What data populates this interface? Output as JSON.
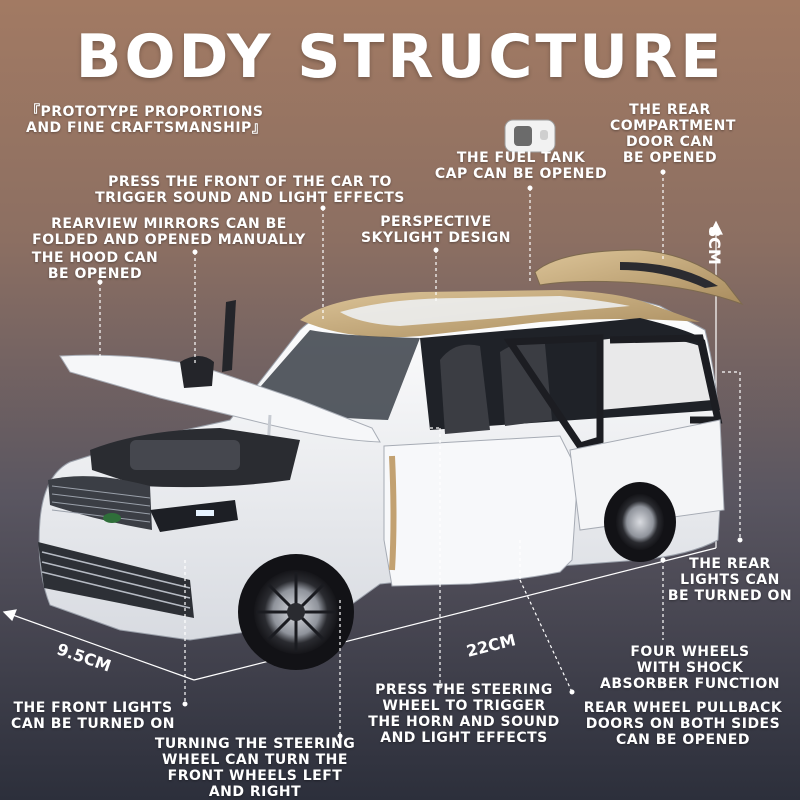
{
  "title": "BODY STRUCTURE",
  "colors": {
    "background_top": "#a27a63",
    "background_bottom": "#2c2f3b",
    "text": "#ffffff",
    "car_body": "#f3f4f6",
    "car_roof": "#c9ad7c"
  },
  "labels": {
    "prototype": [
      "『PROTOTYPE PROPORTIONS",
      "AND FINE CRAFTSMANSHIP』"
    ],
    "press_front": [
      "PRESS THE FRONT OF THE CAR TO",
      "TRIGGER SOUND AND LIGHT EFFECTS"
    ],
    "mirrors": [
      "REARVIEW MIRRORS CAN BE",
      "FOLDED AND OPENED MANUALLY"
    ],
    "hood": [
      "THE HOOD CAN",
      "BE OPENED"
    ],
    "fuel_tank": [
      "THE FUEL TANK",
      "CAP CAN BE OPENED"
    ],
    "rear_door": [
      "THE REAR",
      "COMPARTMENT",
      "DOOR CAN",
      "BE OPENED"
    ],
    "skylight": [
      "PERSPECTIVE",
      "SKYLIGHT DESIGN"
    ],
    "rear_lights": [
      "THE REAR",
      "LIGHTS CAN",
      "BE TURNED ON"
    ],
    "four_wheels": [
      "FOUR WHEELS",
      "WITH SHOCK",
      "ABSORBER FUNCTION"
    ],
    "front_lights": [
      "THE FRONT LIGHTS",
      "CAN BE TURNED ON"
    ],
    "steering_horn": [
      "PRESS THE STEERING",
      "WHEEL TO TRIGGER",
      "THE HORN AND SOUND",
      "AND LIGHT EFFECTS"
    ],
    "pullback": [
      "REAR WHEEL PULLBACK",
      "DOORS ON BOTH SIDES",
      "CAN BE OPENED"
    ],
    "steering_turn": [
      "TURNING THE STEERING",
      "WHEEL CAN TURN THE",
      "FRONT WHEELS LEFT",
      "AND RIGHT"
    ]
  },
  "dimensions": {
    "height": "8CM",
    "length": "22CM",
    "width": "9.5CM"
  },
  "icons": [
    "fuel-cap-icon"
  ]
}
